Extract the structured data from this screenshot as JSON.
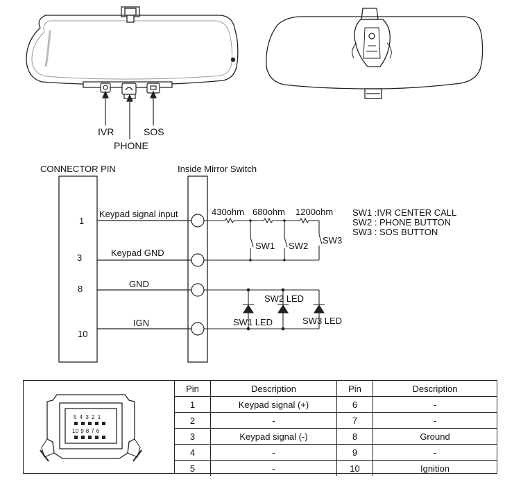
{
  "mirror_buttons": {
    "ivr": "IVR",
    "phone": "PHONE",
    "sos": "SOS"
  },
  "headers": {
    "connector_pin": "CONNECTOR PIN",
    "mirror_switch": "Inside Mirror Switch"
  },
  "pins": [
    {
      "number": "1",
      "signal": "Keypad signal input"
    },
    {
      "number": "3",
      "signal": "Keypad GND"
    },
    {
      "number": "8",
      "signal": "GND"
    },
    {
      "number": "10",
      "signal": "IGN"
    }
  ],
  "resistors": [
    "430ohm",
    "680ohm",
    "1200ohm"
  ],
  "switches": [
    "SW1",
    "SW2",
    "SW3"
  ],
  "leds": [
    "SW1 LED",
    "SW2 LED",
    "SW3 LED"
  ],
  "legend": [
    "SW1 :IVR CENTER CALL",
    "SW2 : PHONE BUTTON",
    "SW3 : SOS BUTTON"
  ],
  "connector_face_numbers": {
    "top": "5 4 3 2 1",
    "bottom": "10 9 8 7 6"
  },
  "pin_table": {
    "headers": [
      "Pin",
      "Description",
      "Pin",
      "Description"
    ],
    "rows": [
      [
        "1",
        "Keypad signal (+)",
        "6",
        "-"
      ],
      [
        "2",
        "-",
        "7",
        "-"
      ],
      [
        "3",
        "Keypad signal (-)",
        "8",
        "Ground"
      ],
      [
        "4",
        "-",
        "9",
        "-"
      ],
      [
        "5",
        "-",
        "10",
        "Ignition"
      ]
    ]
  }
}
